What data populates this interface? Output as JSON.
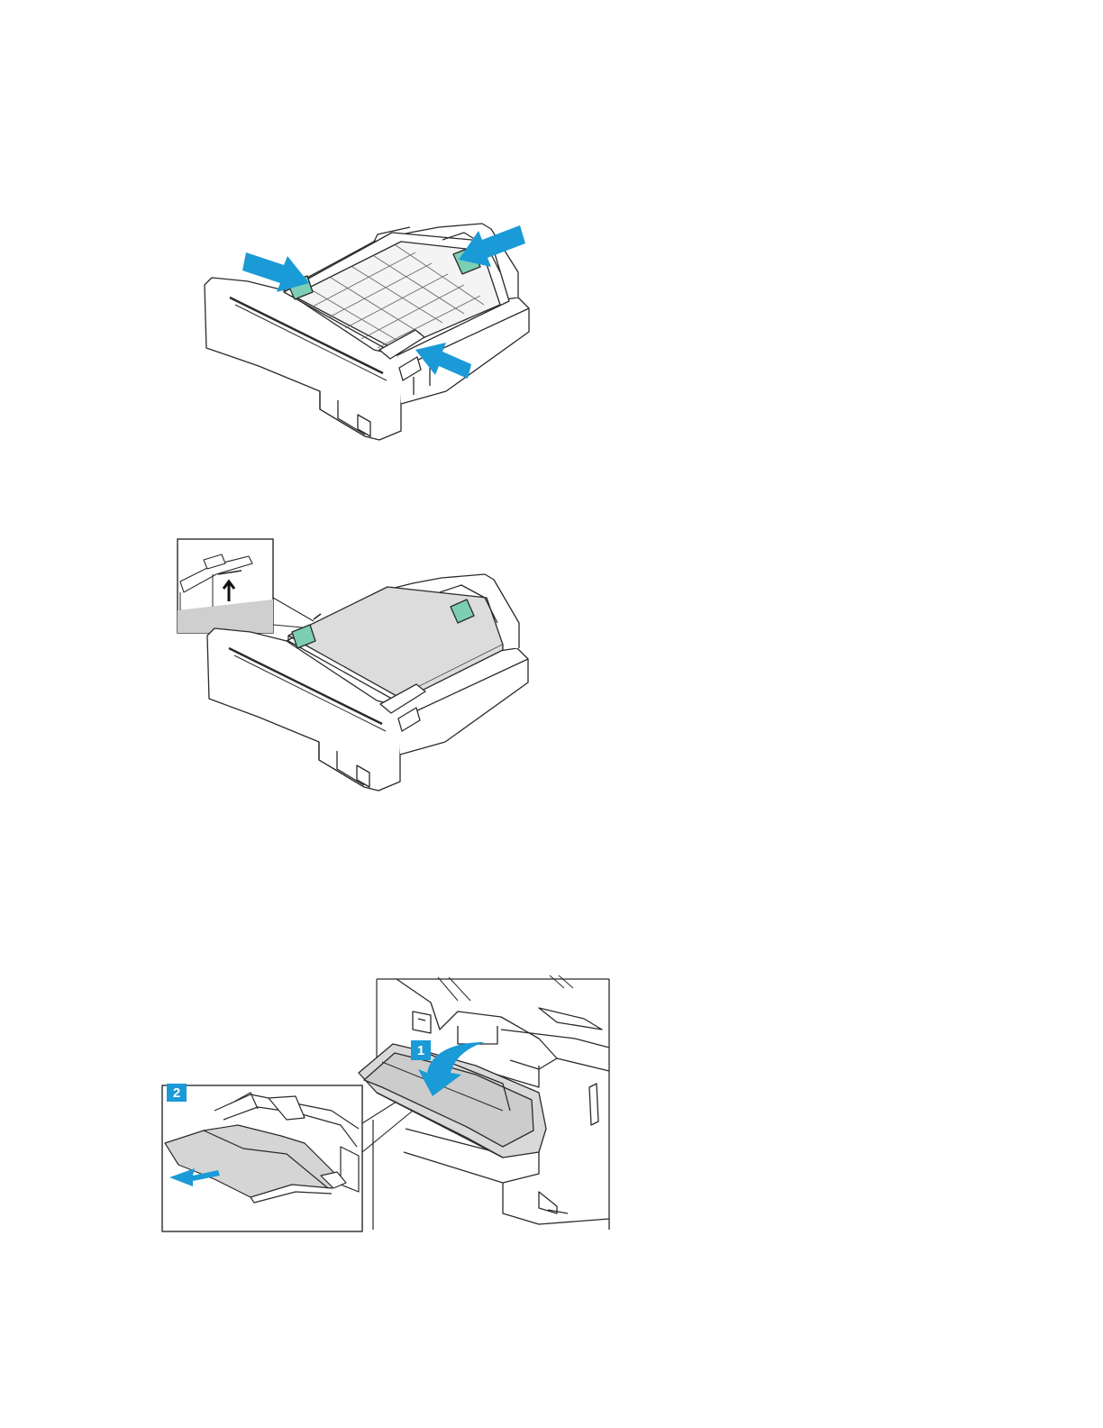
{
  "figures": [
    {
      "name": "tray-guides-adjust",
      "icons": [
        "blue-arrow-icon",
        "blue-arrow-icon",
        "blue-arrow-icon"
      ]
    },
    {
      "name": "tray-paper-loaded",
      "icons": [
        "max-fill-arrow-icon"
      ]
    },
    {
      "name": "mpf-open-extend",
      "callouts": [
        "1",
        "2"
      ],
      "icons": [
        "curved-arrow-icon",
        "blue-arrow-icon"
      ]
    }
  ],
  "colors": {
    "accent": "#1a9ad6",
    "guide_green": "#7ccfb4",
    "line": "#2a2a2a",
    "paper": "#dcdcdc",
    "shade": "#cfcfcf"
  }
}
